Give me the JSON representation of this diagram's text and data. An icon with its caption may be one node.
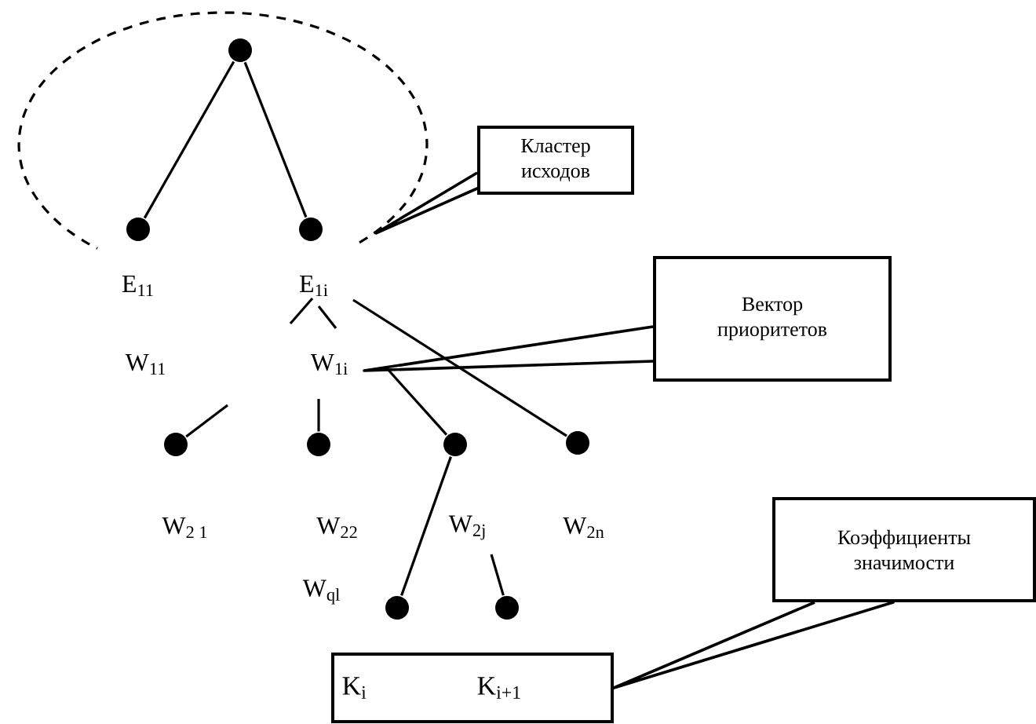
{
  "diagram": {
    "nodes": [
      {
        "text": [],
        "shape": "ellipse"
      },
      {
        "text": [],
        "shape": "circle",
        "in": 0
      },
      {
        "text": [],
        "shape": "circle",
        "in": 0
      },
      {
        "text": [],
        "shape": "circle",
        "in": 0
      },
      {
        "text": [],
        "shape": "circle"
      },
      {
        "text": [],
        "shape": "circle"
      },
      {
        "text": [],
        "shape": "circle"
      },
      {
        "text": [],
        "shape": "circle"
      },
      {
        "text": [],
        "shape": "circle"
      },
      {
        "text": [],
        "shape": "circle"
      },
      {
        "text": [
          "Кластер исходов"
        ]
      },
      {
        "text": [
          "Вектор приоритетов"
        ]
      },
      {
        "text": [
          "K$_{i}$",
          "K$_{i+1}$"
        ]
      },
      {
        "text": [
          "Коэффициенты значимости"
        ]
      }
    ],
    "edges": [
      {
        "from": 1,
        "to": 2,
        "arrow": "none"
      },
      {
        "from": 1,
        "to": 3,
        "arrow": "none"
      },
      {
        "from": null,
        "to": 4,
        "arrow": "none"
      },
      {
        "from": null,
        "to": 5,
        "arrow": "none"
      },
      {
        "from": null,
        "to": 6,
        "arrow": "none"
      },
      {
        "from": null,
        "to": 7,
        "arrow": "none"
      },
      {
        "from": 6,
        "to": 8,
        "arrow": "none"
      },
      {
        "from": null,
        "to": 9,
        "arrow": "none"
      },
      {
        "from": 10,
        "to": 0,
        "arrow": "none"
      },
      {
        "from": 11,
        "to": null,
        "arrow": "none"
      },
      {
        "from": 13,
        "to": 12,
        "arrow": "none"
      }
    ],
    "labels": [
      "E$_{11}$",
      "E$_{1i}$",
      "W$_{11}$",
      "W$_{1i}$",
      "W$_{2 1}$",
      "W$_{22}$",
      "W$_{2j}$",
      "W$_{2n}$",
      "W$_{ql}$"
    ]
  }
}
